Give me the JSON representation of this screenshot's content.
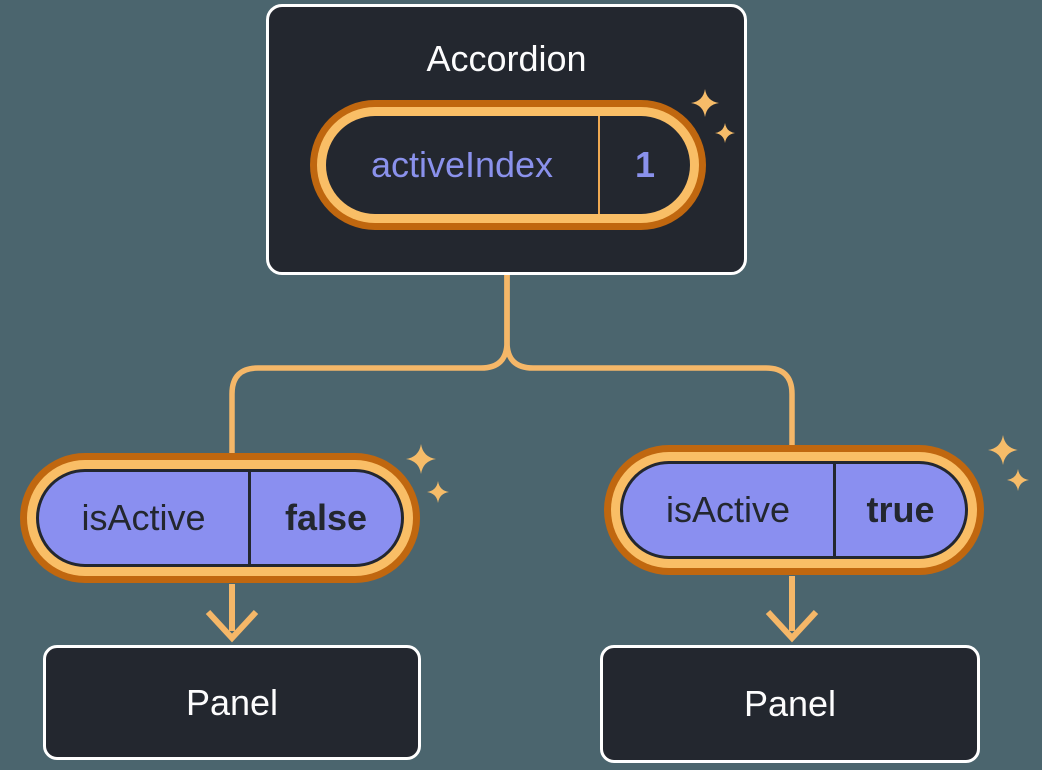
{
  "diagram": {
    "root": {
      "title": "Accordion",
      "state": {
        "name": "activeIndex",
        "value": "1"
      }
    },
    "children": [
      {
        "state": {
          "name": "isActive",
          "value": "false"
        },
        "panel": {
          "label": "Panel"
        }
      },
      {
        "state": {
          "name": "isActive",
          "value": "true"
        },
        "panel": {
          "label": "Panel"
        }
      }
    ],
    "icons": {
      "sparkle": "four-point-star-sparkle",
      "down_arrow": "chevron-down-arrow",
      "branch": "y-branch-connector"
    },
    "palette": {
      "background": "#4B656E",
      "box_fill": "#23272F",
      "box_border": "#FFFFFF",
      "ring_dark_orange": "#C0670F",
      "ring_light_orange": "#F9BE66",
      "connector_orange": "#F5B768",
      "sparkle_orange": "#F6BC69",
      "pill_purple_fill": "#8A8FF0",
      "state_text_purple": "#8A91EC",
      "dark_text": "#23272F",
      "light_text": "#FCFCFD",
      "divider_orange": "#EFA952"
    }
  }
}
